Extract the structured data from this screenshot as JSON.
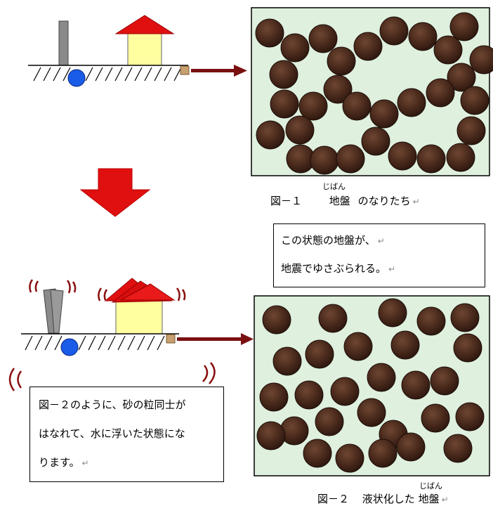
{
  "fig1": {
    "caption_prefix": "図－１",
    "ruby": "じばん",
    "ground_word": "地盤",
    "caption_rest": "のなりたち"
  },
  "fig2": {
    "caption_prefix": "図－２",
    "caption_mid": "液状化した",
    "ruby": "じばん",
    "ground_word": "地盤"
  },
  "note_top": {
    "line1": "この状態の地盤が、",
    "line2": "地震でゆさぶられる。"
  },
  "note_bottom": {
    "line1": "図－２のように、砂の粒同士が",
    "line2": "はなれて、水に浮いた状態にな",
    "line3": "ります。"
  },
  "return_mark": "↵",
  "colors": {
    "panel_bg": "#dff0df",
    "grain": "#4a2a1c",
    "arrow": "#7a1010",
    "big_arrow": "#e01010",
    "roof": "#e01010",
    "house": "#ffffa0",
    "pole": "#8a8a8a",
    "ball": "#1a5ce8"
  }
}
